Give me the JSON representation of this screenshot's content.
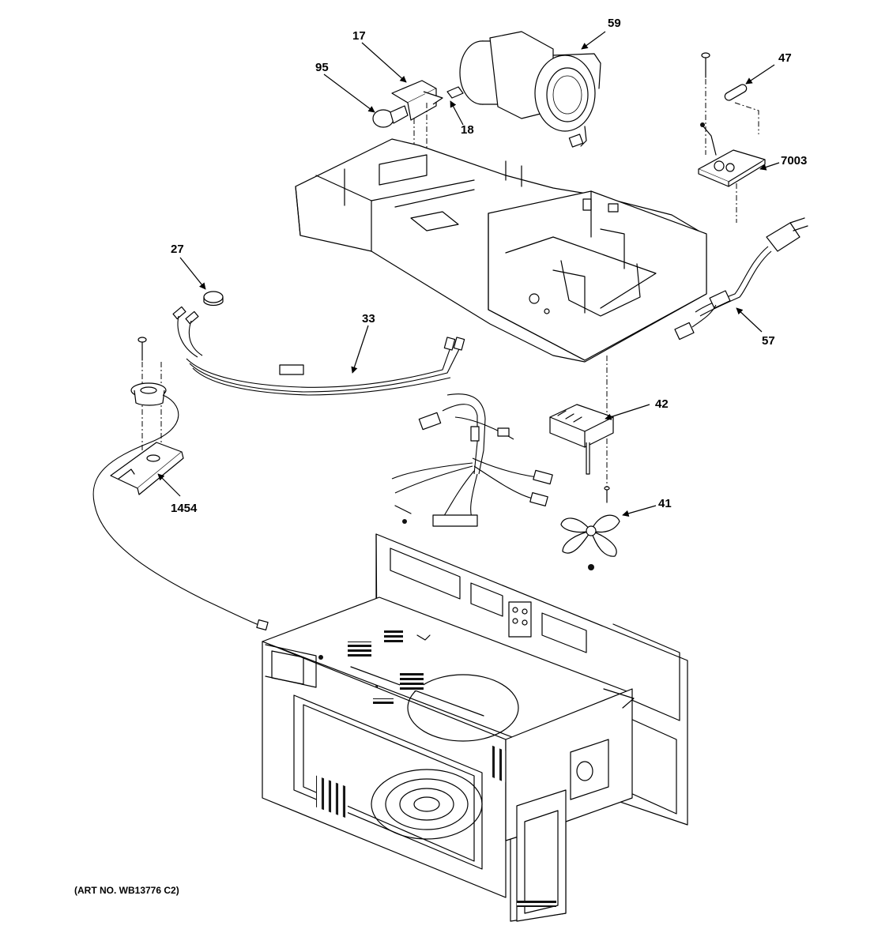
{
  "diagram": {
    "callouts": [
      "59",
      "17",
      "95",
      "18",
      "47",
      "7003",
      "27",
      "33",
      "57",
      "42",
      "41",
      "1454"
    ],
    "art_number": "(ART NO. WB13776 C2)"
  },
  "icons": {
    "arrowhead": "leader-arrow-icon"
  }
}
